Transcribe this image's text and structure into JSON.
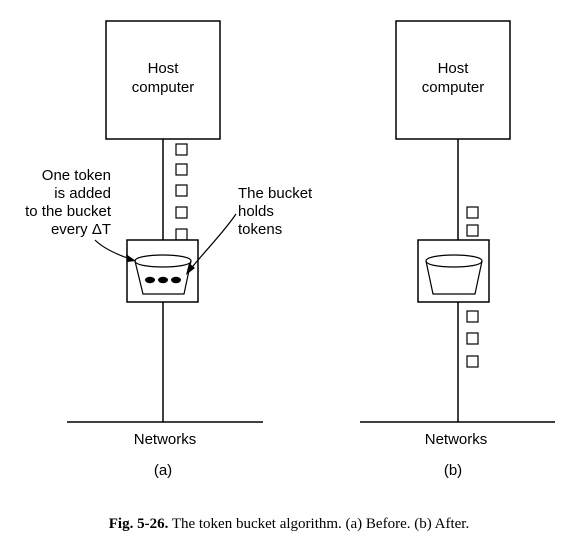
{
  "panels": [
    {
      "host_line1": "Host",
      "host_line2": "computer",
      "network": "Networks",
      "sub_label": "(a)",
      "left_note": [
        "One token",
        "is added",
        "to the bucket",
        "every ΔT"
      ],
      "right_note": [
        "The bucket",
        "holds",
        "tokens"
      ],
      "tokens_in_bucket": 3,
      "packets_above": 5,
      "packets_below": 0
    },
    {
      "host_line1": "Host",
      "host_line2": "computer",
      "network": "Networks",
      "sub_label": "(b)",
      "tokens_in_bucket": 0,
      "packets_above": 2,
      "packets_below": 3
    }
  ],
  "caption": {
    "bold": "Fig.  5-26.",
    "text": " The token bucket algorithm. (a) Before. (b) After."
  }
}
